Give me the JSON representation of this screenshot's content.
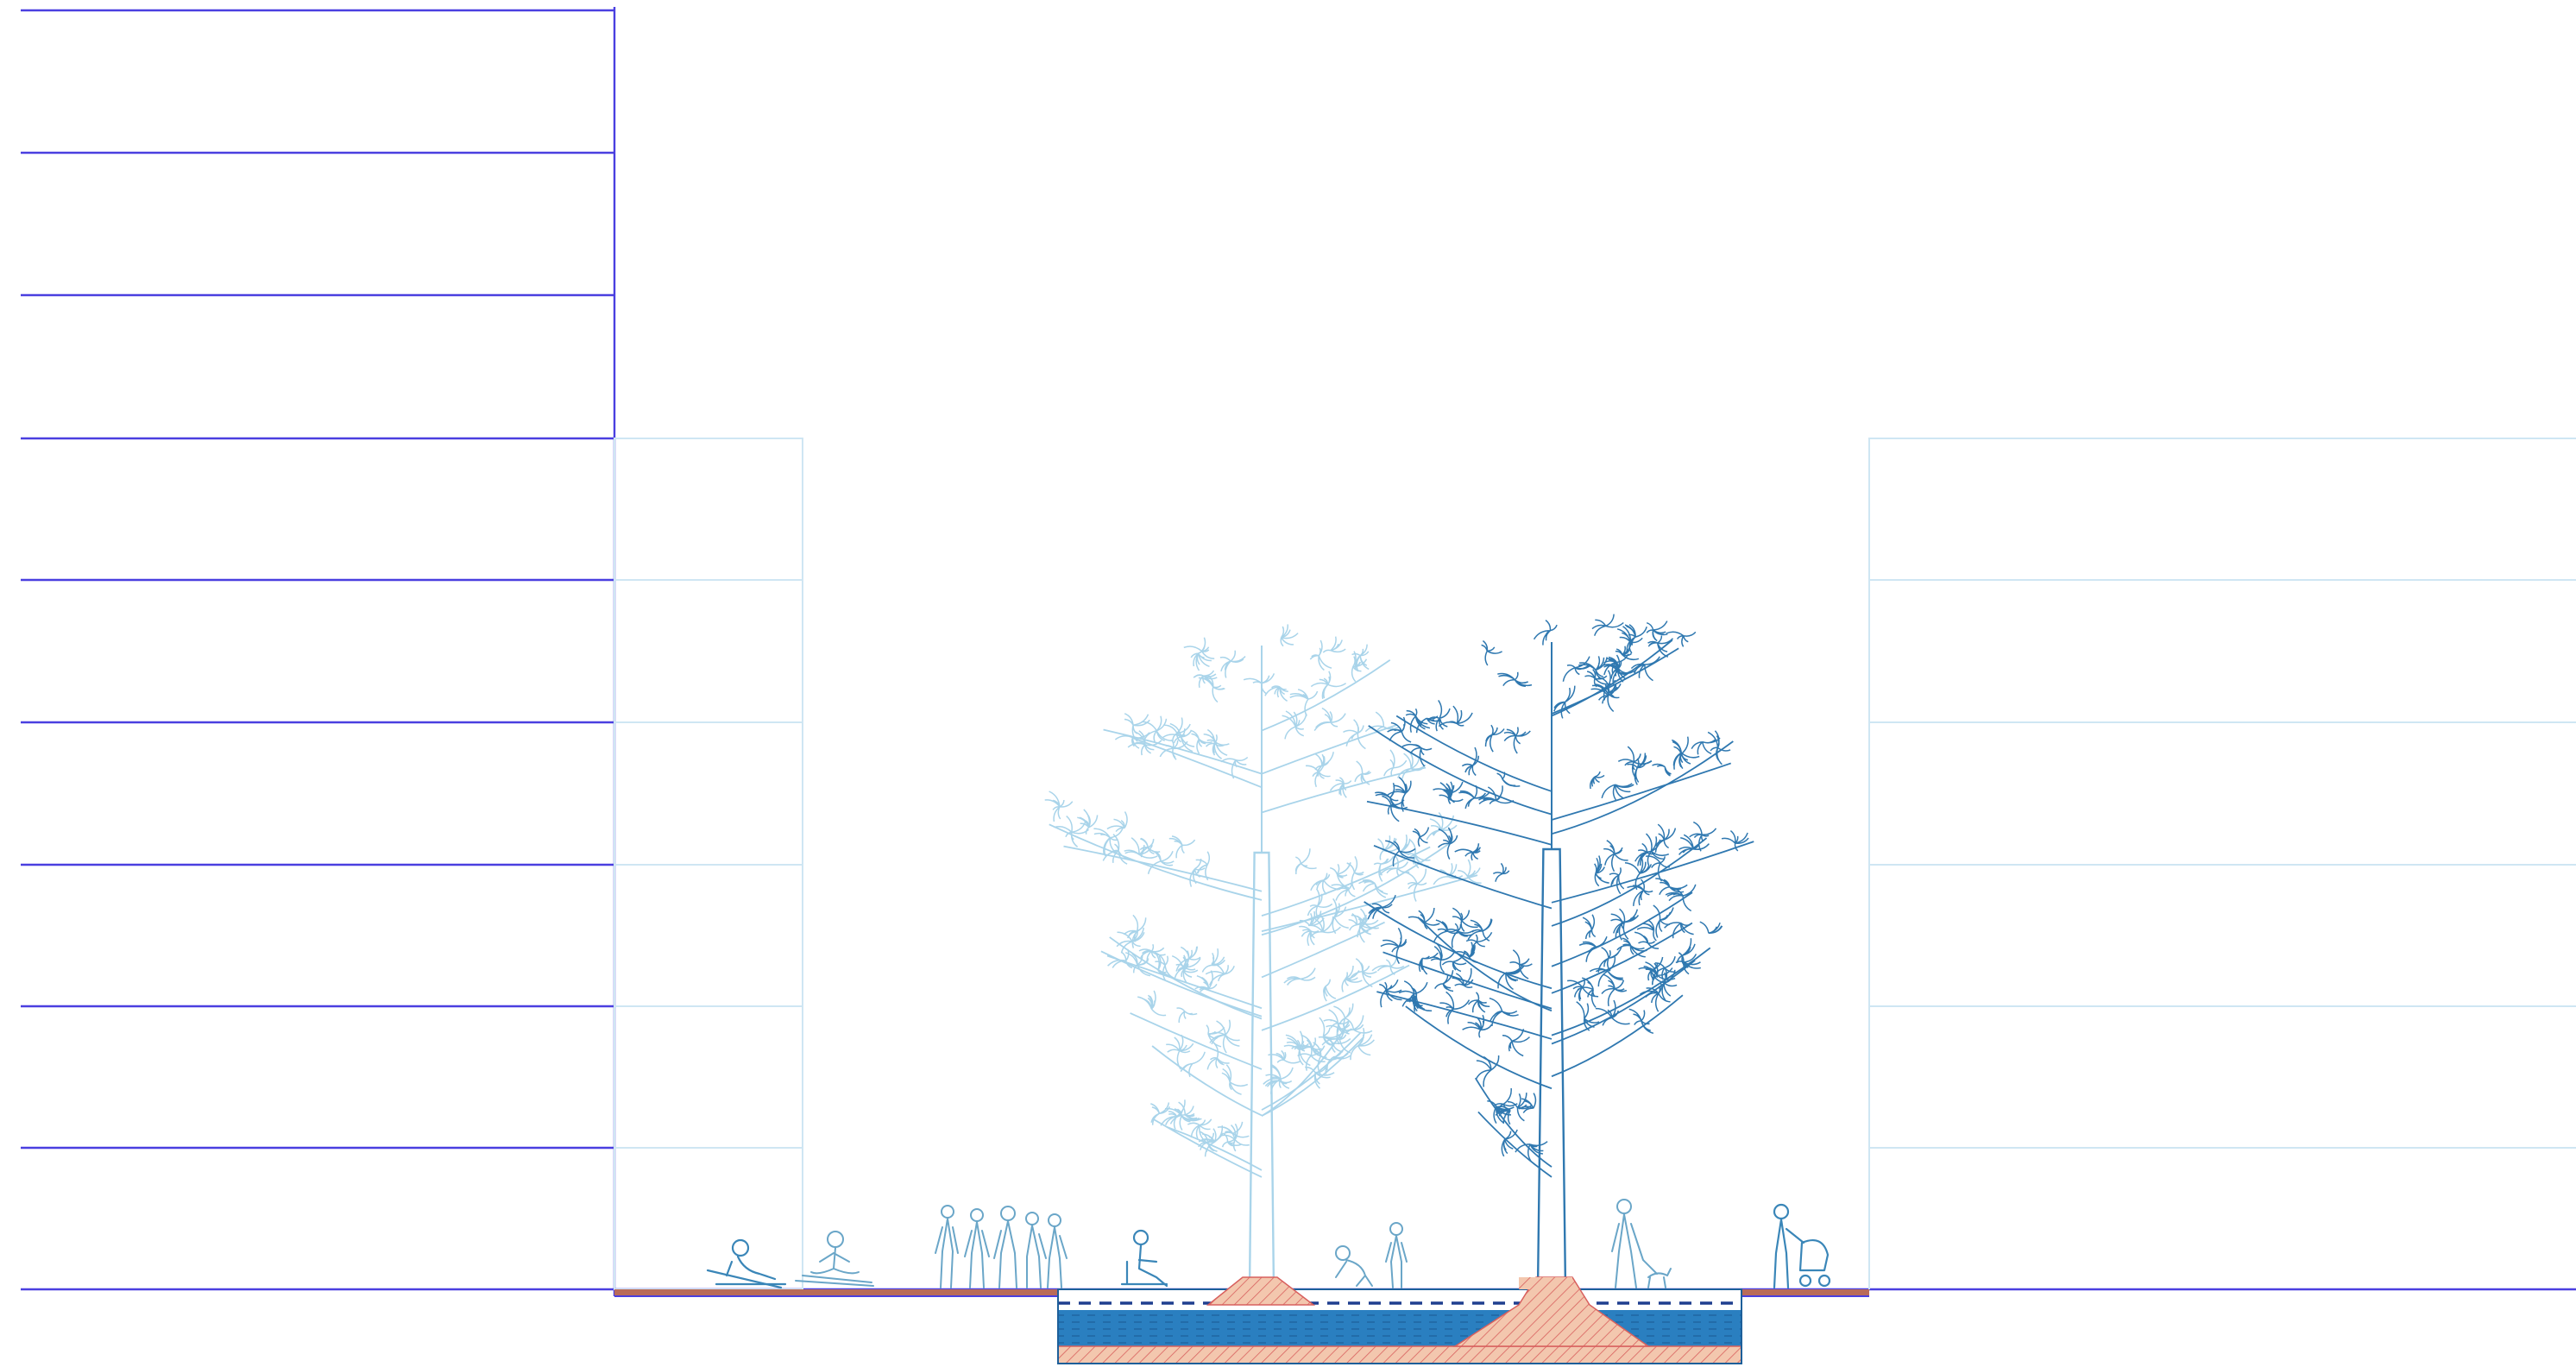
{
  "colors": {
    "background": "#ffffff",
    "building_line": "#4a3fe0",
    "ghost_building": "#cfe6f3",
    "tree_light": "#a9d4ea",
    "tree_dark": "#2f78b0",
    "paving": "#b96b5a",
    "soil_fill": "#f3c7ae",
    "soil_hatch": "#d8605e",
    "water": "#2a7fc0",
    "water_dark": "#1d5f9a",
    "pipe_dash": "#1f3f8f"
  },
  "diagram": {
    "kind": "street-section",
    "elements": [
      "left-building-elevation",
      "left-ghost-building",
      "right-ghost-building",
      "light-tree",
      "dark-tree",
      "people-silhouettes",
      "paving-strip",
      "underground-water-tank",
      "soil-mounds"
    ]
  }
}
